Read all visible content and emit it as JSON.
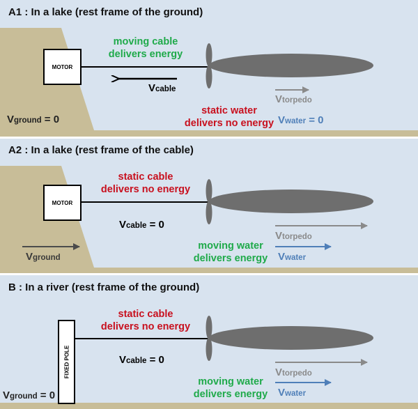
{
  "colors": {
    "water": "#d8e3ef",
    "ground": "#c8bd98",
    "divider": "#ffffff",
    "torpedo": "#6e6e6e",
    "green": "#1faa4a",
    "red": "#c8101e",
    "blue": "#4f7fb8",
    "gray": "#8a8a8a",
    "dark_arrow": "#4b4b4b"
  },
  "panel_a1": {
    "title": "A1 : In a lake (rest frame of the ground)",
    "motor_label": "MOTOR",
    "cable_note_line1": "moving cable",
    "cable_note_line2": "delivers energy",
    "v_cable": "V",
    "v_cable_sub": "cable",
    "water_note_line1": "static water",
    "water_note_line2": "delivers no energy",
    "v_ground": "V",
    "v_ground_sub": "ground",
    "v_ground_val": " = 0",
    "v_torpedo": "V",
    "v_torpedo_sub": "torpedo",
    "v_water": "V",
    "v_water_sub": "water",
    "v_water_val": " = 0"
  },
  "panel_a2": {
    "title": "A2 : In a lake (rest frame of the cable)",
    "motor_label": "MOTOR",
    "cable_note_line1": "static cable",
    "cable_note_line2": "delivers no energy",
    "v_cable": "V",
    "v_cable_sub": "cable",
    "v_cable_val": " = 0",
    "v_torpedo": "V",
    "v_torpedo_sub": "torpedo",
    "water_note_line1": "moving water",
    "water_note_line2": "delivers energy",
    "v_water": "V",
    "v_water_sub": "water",
    "v_ground": "V",
    "v_ground_sub": "ground"
  },
  "panel_b": {
    "title": "B : In a river (rest frame of the ground)",
    "pole_label": "FIXED POLE",
    "cable_note_line1": "static cable",
    "cable_note_line2": "delivers no energy",
    "v_cable": "V",
    "v_cable_sub": "cable",
    "v_cable_val": " = 0",
    "v_torpedo": "V",
    "v_torpedo_sub": "torpedo",
    "water_note_line1": "moving water",
    "water_note_line2": "delivers energy",
    "v_water": "V",
    "v_water_sub": "water",
    "v_ground": "V",
    "v_ground_sub": "ground",
    "v_ground_val": " = 0"
  }
}
